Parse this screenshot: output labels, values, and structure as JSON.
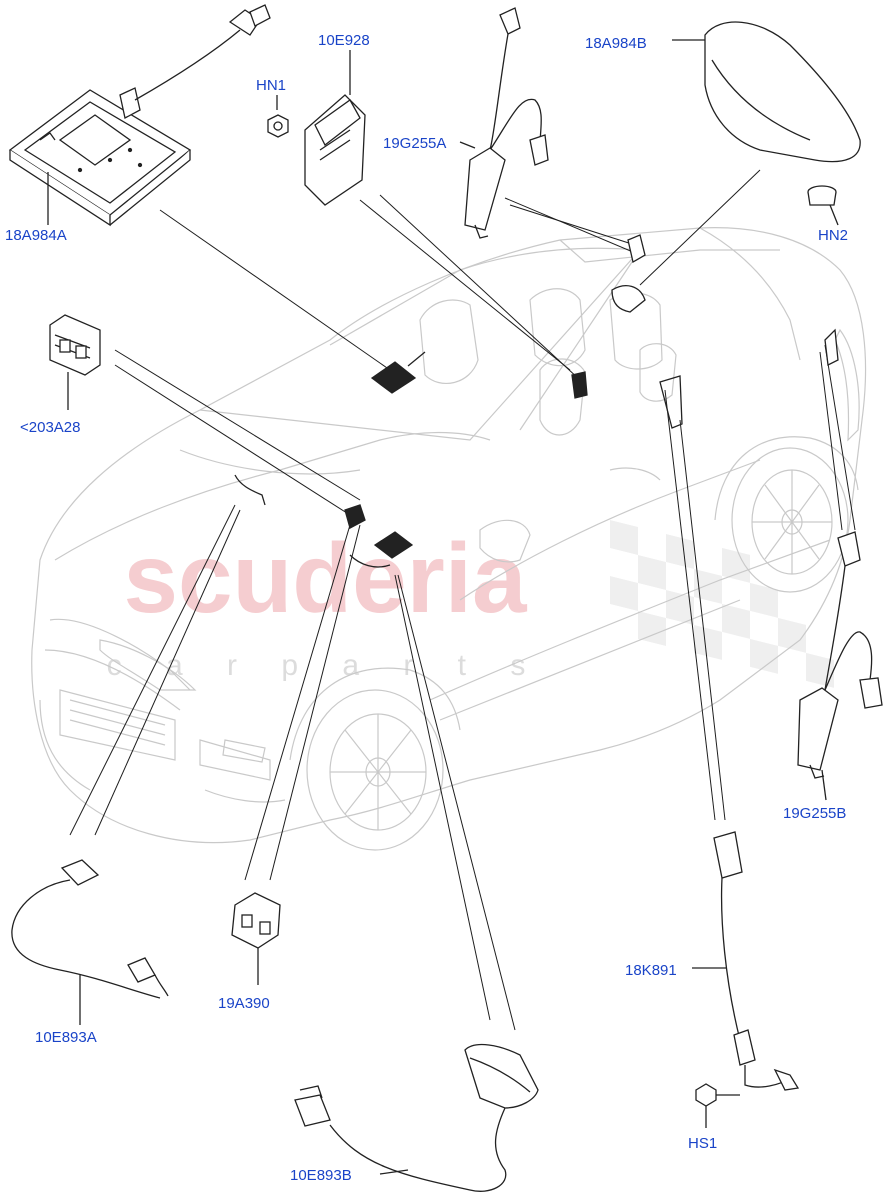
{
  "watermark": {
    "title": "scuderia",
    "subtitle": "c a r   p a r t s",
    "color": "#f4c5c8",
    "subtitle_color": "#dcdcdc",
    "flag_color": "#e3e3e3"
  },
  "colors": {
    "label": "#1a44c8",
    "line": "#1e1e1e",
    "car_outline": "#c9c9c9"
  },
  "parts": {
    "p18A984A": "18A984A",
    "p10E928": "10E928",
    "pHN1": "HN1",
    "p19G255A": "19G255A",
    "p18A984B": "18A984B",
    "pHN2": "HN2",
    "p203A28": "<203A28",
    "p19G255B": "19G255B",
    "p18K891": "18K891",
    "p10E893A": "10E893A",
    "p19A390": "19A390",
    "p10E893B": "10E893B",
    "pHS1": "HS1"
  }
}
